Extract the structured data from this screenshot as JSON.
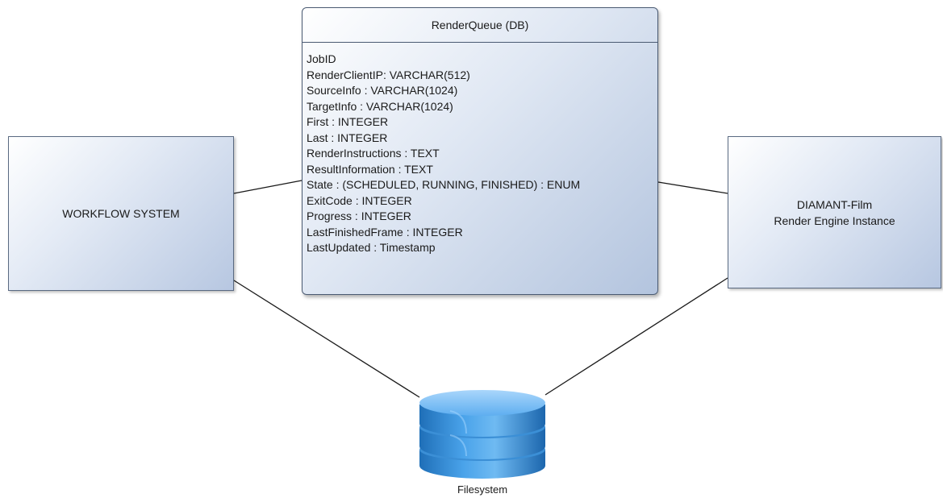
{
  "nodes": {
    "workflow_system": {
      "label": "WORKFLOW SYSTEM"
    },
    "render_engine": {
      "label": "DIAMANT-Film\nRender Engine Instance"
    },
    "render_queue": {
      "title": "RenderQueue (DB)",
      "fields": [
        "JobID",
        "RenderClientIP: VARCHAR(512)",
        "SourceInfo : VARCHAR(1024)",
        "TargetInfo : VARCHAR(1024)",
        "First : INTEGER",
        "Last : INTEGER",
        "RenderInstructions : TEXT",
        "ResultInformation : TEXT",
        "State : (SCHEDULED, RUNNING, FINISHED) : ENUM",
        "ExitCode : INTEGER",
        "Progress : INTEGER",
        "LastFinishedFrame : INTEGER",
        "LastUpdated : Timestamp"
      ]
    },
    "filesystem": {
      "label": "Filesystem",
      "icon": "database-icon"
    }
  },
  "connections": [
    {
      "from": "workflow_system",
      "to": "render_queue"
    },
    {
      "from": "render_engine",
      "to": "render_queue"
    },
    {
      "from": "workflow_system",
      "to": "filesystem"
    },
    {
      "from": "render_engine",
      "to": "filesystem"
    }
  ],
  "colors": {
    "box_gradient_light": "#e3eaf5",
    "box_gradient_dark": "#b7c7e1",
    "border": "#5a6a82",
    "database_blue": "#3a8fd6"
  }
}
